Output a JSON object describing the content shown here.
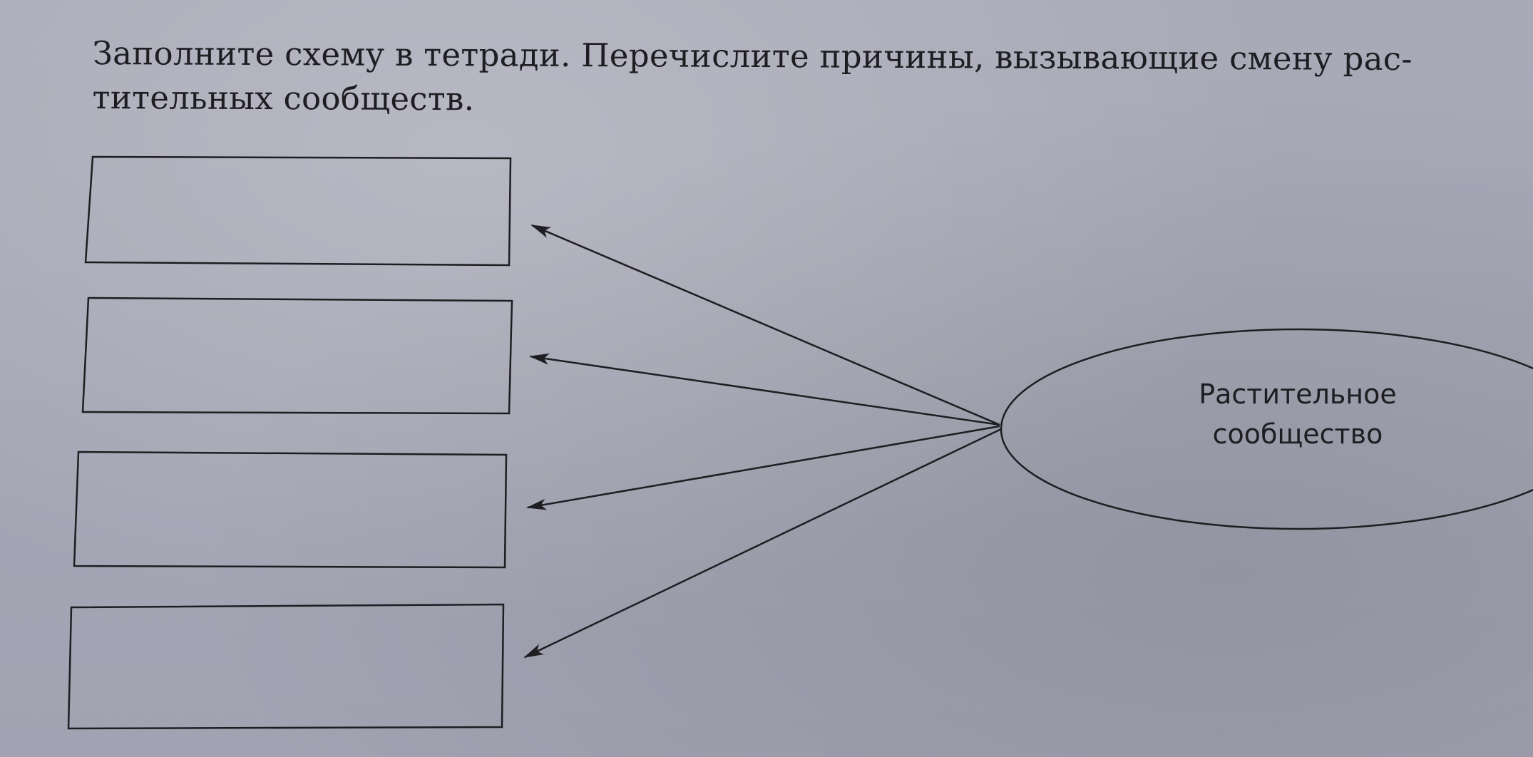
{
  "task": {
    "line1": "Заполните схему в тетради. Перечислите причины, вызывающие смену рас-",
    "line2": "тительных сообществ."
  },
  "diagram": {
    "center_node": {
      "line1": "Растительное",
      "line2": "сообщество"
    },
    "answer_boxes": [
      {
        "text": ""
      },
      {
        "text": ""
      },
      {
        "text": ""
      },
      {
        "text": ""
      }
    ]
  }
}
